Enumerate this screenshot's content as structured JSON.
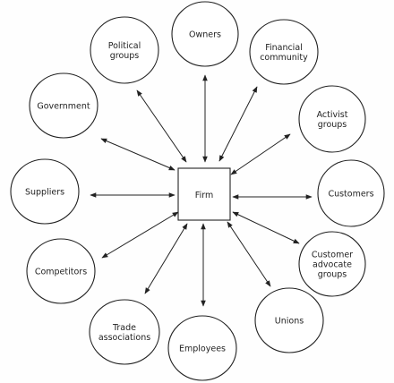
{
  "center": {
    "label": "Firm"
  },
  "stakeholders": [
    {
      "key": "owners",
      "lines": [
        "Owners"
      ]
    },
    {
      "key": "financial-community",
      "lines": [
        "Financial",
        "community"
      ]
    },
    {
      "key": "activist-groups",
      "lines": [
        "Activist",
        "groups"
      ]
    },
    {
      "key": "customers",
      "lines": [
        "Customers"
      ]
    },
    {
      "key": "customer-advocate-groups",
      "lines": [
        "Customer",
        "advocate",
        "groups"
      ]
    },
    {
      "key": "unions",
      "lines": [
        "Unions"
      ]
    },
    {
      "key": "employees",
      "lines": [
        "Employees"
      ]
    },
    {
      "key": "trade-associations",
      "lines": [
        "Trade",
        "associations"
      ]
    },
    {
      "key": "competitors",
      "lines": [
        "Competitors"
      ]
    },
    {
      "key": "suppliers",
      "lines": [
        "Suppliers"
      ]
    },
    {
      "key": "government",
      "lines": [
        "Government"
      ]
    },
    {
      "key": "political-groups",
      "lines": [
        "Political",
        "groups"
      ]
    }
  ],
  "colors": {
    "stroke": "#222222",
    "fill": "#ffffff",
    "text": "#222222"
  }
}
